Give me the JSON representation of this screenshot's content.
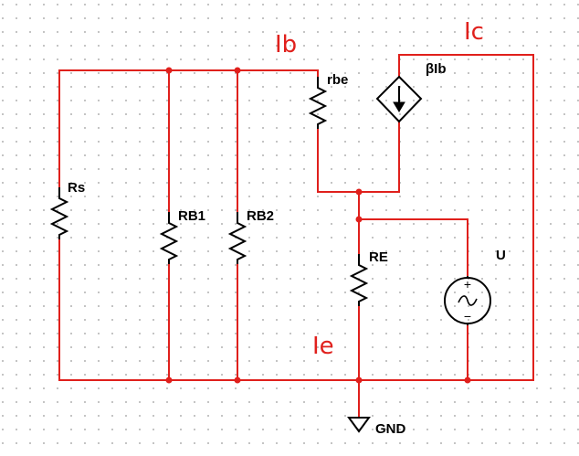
{
  "colors": {
    "wire": "#e0201c",
    "component": "#000000",
    "annotation": "#e0201c",
    "grid": "#9a9a9a",
    "background": "#ffffff"
  },
  "components": {
    "rs": "Rs",
    "rb1": "RB1",
    "rb2": "RB2",
    "rbe": "rbe",
    "current_source": "βIb",
    "re": "RE",
    "voltage_source": "U",
    "ground": "GND"
  },
  "source_signs": {
    "plus": "+",
    "minus": "−",
    "wave": "~"
  },
  "annotations": {
    "ib": "Ib",
    "ic": "Ic",
    "ie": "Ie"
  }
}
